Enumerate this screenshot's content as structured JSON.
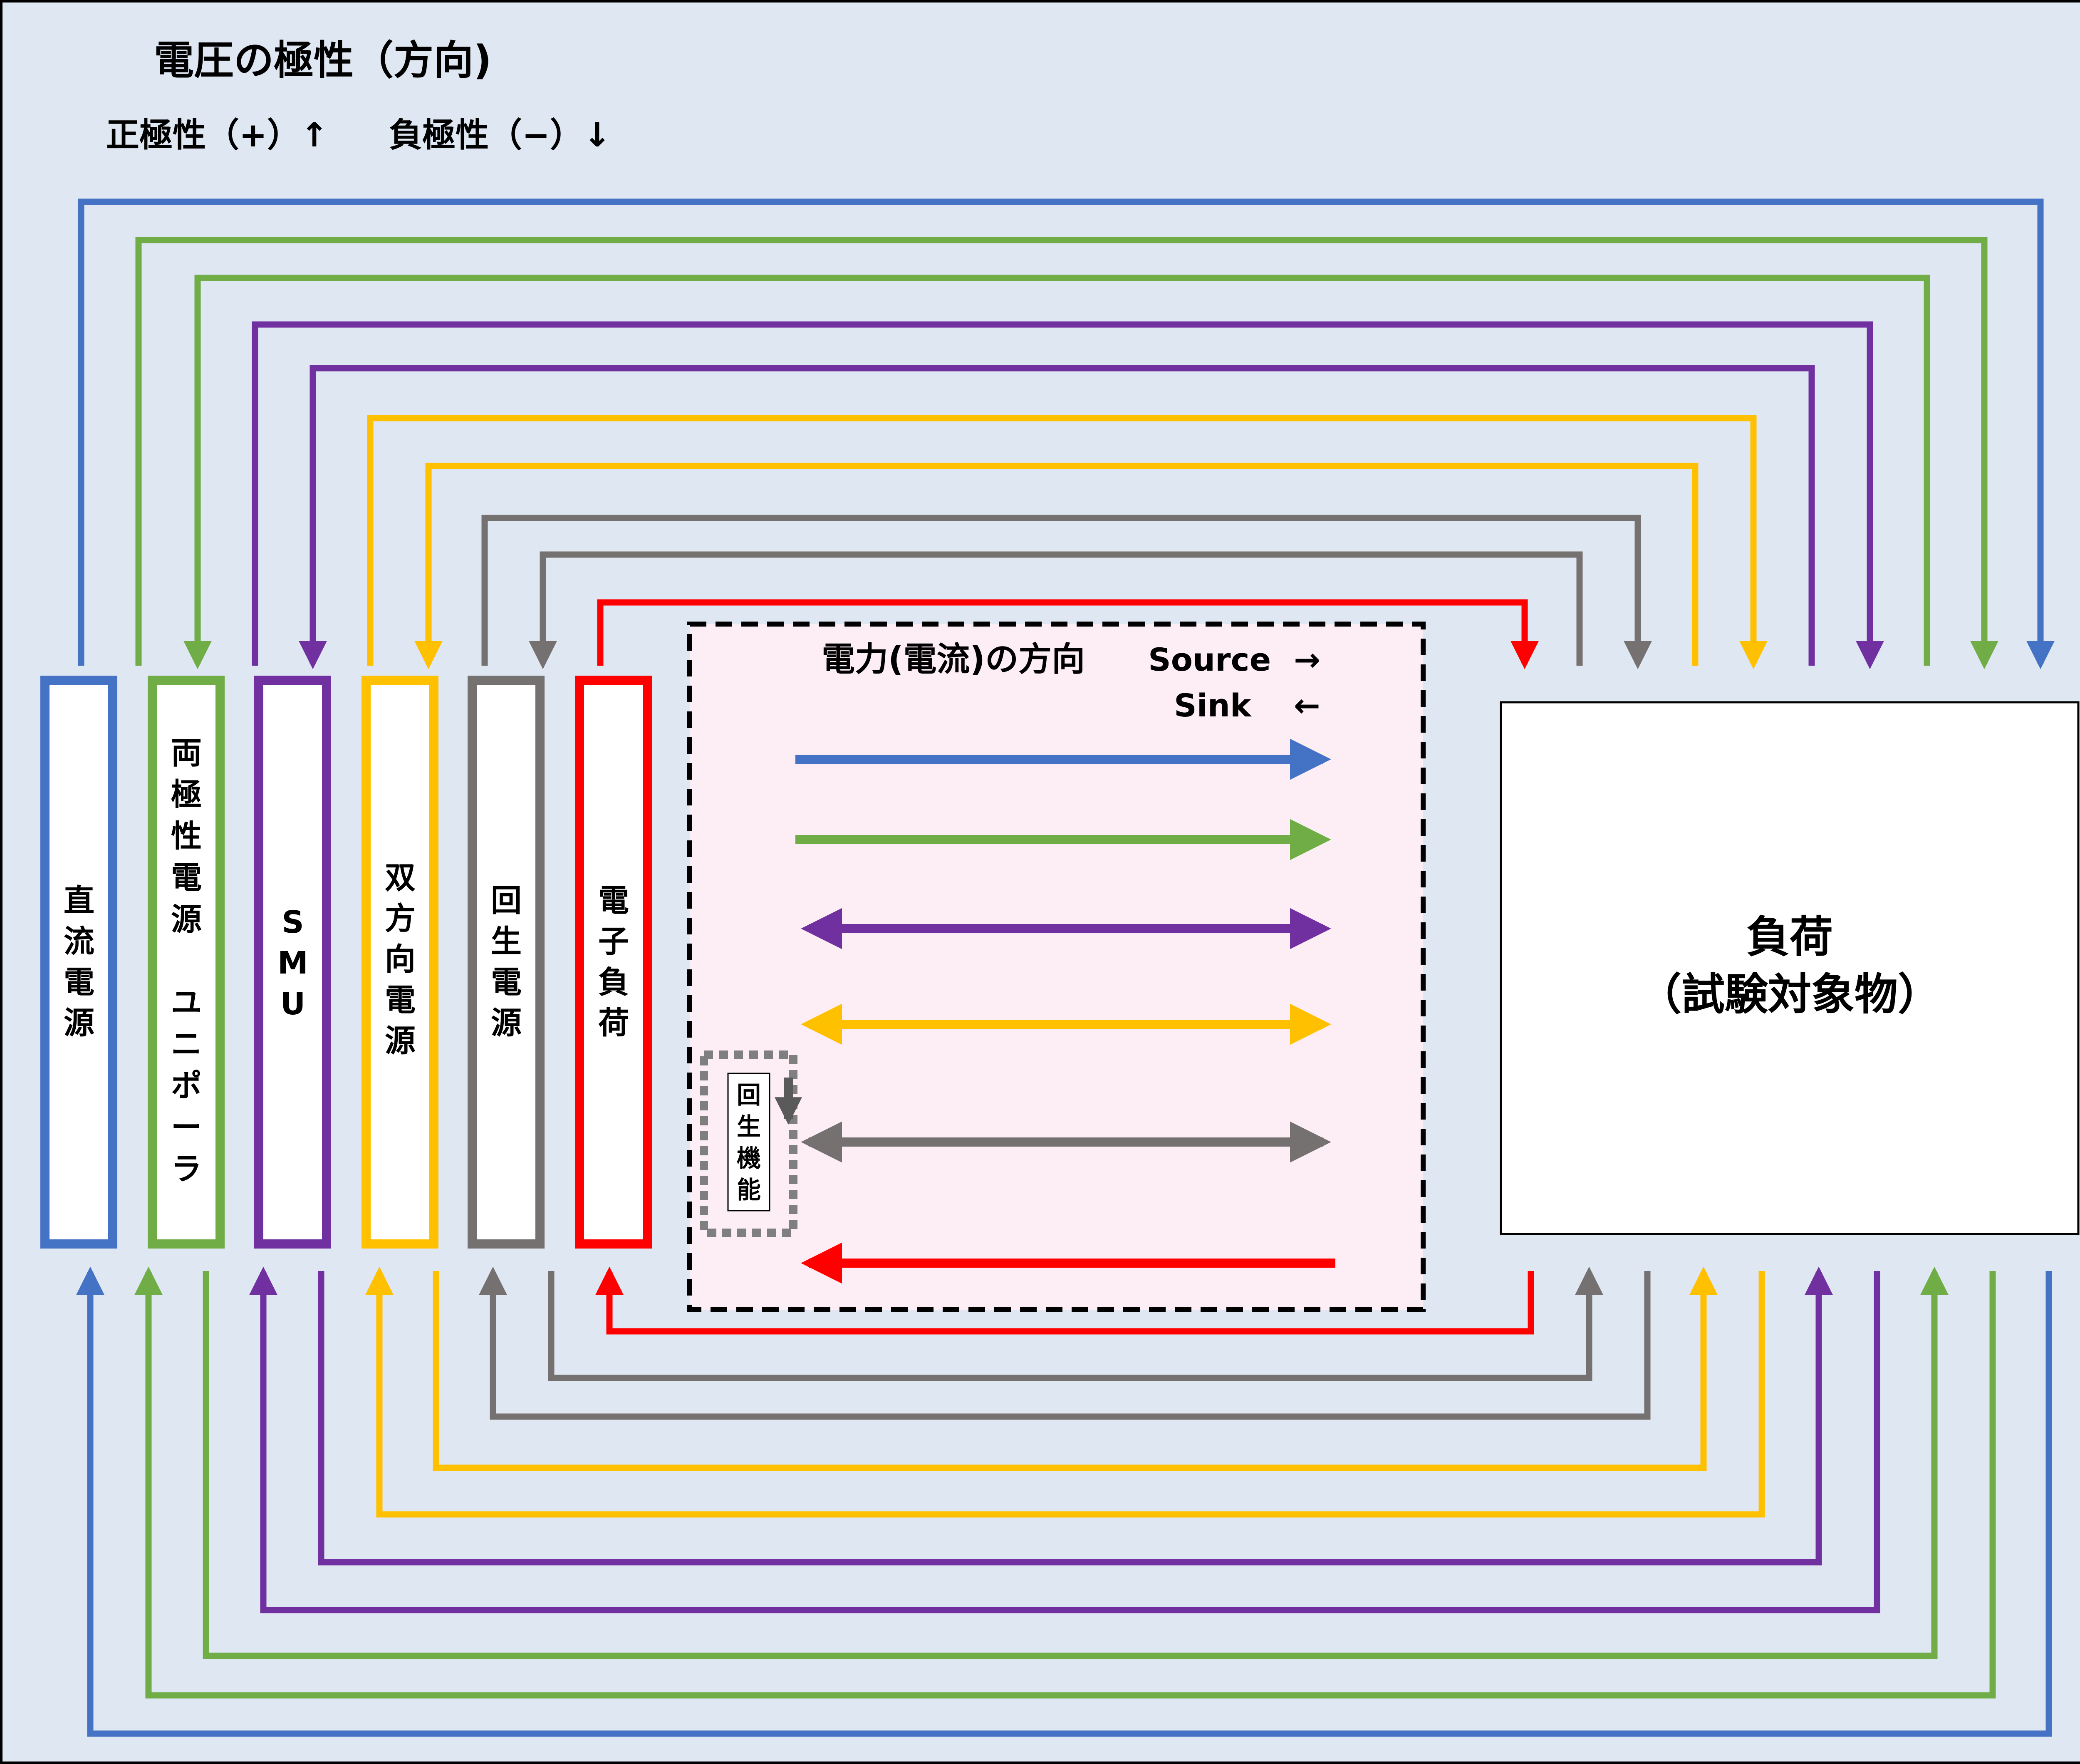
{
  "polarity": {
    "title": "電圧の極性（方向)",
    "positive": "正極性（+）↑",
    "negative": "負極性（−）↓"
  },
  "power_direction": {
    "title": "電力(電流)の方向",
    "source_label": "Source",
    "source_arrow": "→",
    "sink_label": "Sink",
    "sink_arrow": "←"
  },
  "regen_label": [
    "回",
    "生",
    "機",
    "能"
  ],
  "load": {
    "line1": "負荷",
    "line2": "（試験対象物）"
  },
  "instruments": [
    {
      "id": "dc",
      "lines": [
        "直",
        "流",
        "電",
        "源"
      ],
      "color": "#4472c4",
      "power_flow": "source"
    },
    {
      "id": "bipolar",
      "lines": [
        "両",
        "極",
        "性",
        "電",
        "源",
        "　",
        "ユ",
        "ニ",
        "ポ",
        "ー",
        "ラ"
      ],
      "color": "#70ad47",
      "power_flow": "source"
    },
    {
      "id": "smu",
      "lines": [
        "S",
        "M",
        "U"
      ],
      "color": "#7030a0",
      "power_flow": "source-sink"
    },
    {
      "id": "bidirectional",
      "lines": [
        "双",
        "方",
        "向",
        "電",
        "源"
      ],
      "color": "#ffc000",
      "power_flow": "source-sink"
    },
    {
      "id": "regen",
      "lines": [
        "回",
        "生",
        "電",
        "源"
      ],
      "color": "#767171",
      "power_flow": "source-sink"
    },
    {
      "id": "eload",
      "lines": [
        "電",
        "子",
        "負",
        "荷"
      ],
      "color": "#ff0000",
      "power_flow": "sink"
    }
  ]
}
